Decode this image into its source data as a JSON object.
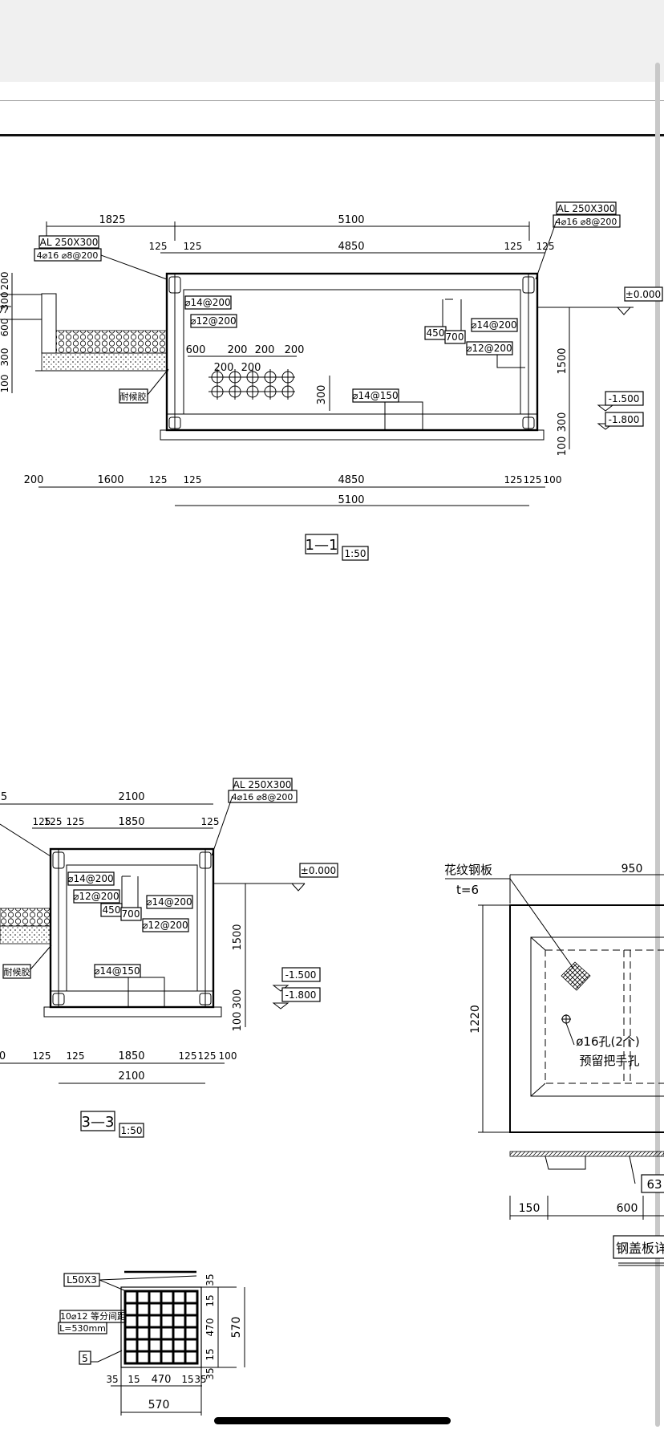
{
  "drawing": {
    "section_1_1": {
      "title": "1—1",
      "scale": "1:50",
      "top_dims": {
        "overall": "1825",
        "span": "5100",
        "inner": "4850",
        "wall_l1": "125",
        "wall_l2": "125",
        "wall_r1": "125",
        "wall_r2": "125"
      },
      "bottom_dims": {
        "a": "200",
        "b": "1600",
        "c1": "125",
        "c2": "125",
        "inner": "4850",
        "d1": "125",
        "d2": "125",
        "e": "100",
        "span": "5100"
      },
      "beam_left": {
        "size": "AL 250X300",
        "rebar": "4⌀16 ⌀8@200"
      },
      "beam_right": {
        "size": "AL 250X300",
        "rebar": "4⌀16 ⌀8@200"
      },
      "rebar_left": {
        "a": "⌀14@200",
        "b": "⌀12@200"
      },
      "rebar_right": {
        "a": "⌀14@200",
        "b": "⌀12@200"
      },
      "rebar_bottom": "⌀14@150",
      "hole_dims": {
        "a": "600",
        "b": "200",
        "c": "200",
        "d": "200",
        "e": "200",
        "f": "200",
        "g": "300"
      },
      "mid_dims": {
        "a": "450",
        "b": "700"
      },
      "levels": {
        "top": "±0.000",
        "mid": "-1.500",
        "bottom": "-1.800"
      },
      "vert_dims": {
        "a": "1500",
        "b": "300",
        "c": "100"
      },
      "left_vert_dims": {
        "a": "200",
        "b": "300",
        "c": "600",
        "d": "300",
        "e": "100"
      },
      "sealant": "耐候胶"
    },
    "section_3_3": {
      "title": "3—3",
      "scale": "1:50",
      "top_dims": {
        "left_cut": "5",
        "span": "2100",
        "inner": "1850",
        "w1": "125",
        "w2": "125",
        "w3": "125",
        "w4": "125"
      },
      "bottom_dims": {
        "left_cut": "0",
        "c1": "125",
        "c2": "125",
        "inner": "1850",
        "d1": "125",
        "d2": "125",
        "e": "100",
        "span": "2100"
      },
      "beam": {
        "size": "AL 250X300",
        "rebar": "4⌀16 ⌀8@200"
      },
      "rebar_left": {
        "a": "⌀14@200",
        "b": "⌀12@200"
      },
      "rebar_right": {
        "a": "⌀14@200",
        "b": "⌀12@200"
      },
      "rebar_bottom": "⌀14@150",
      "mid_dims": {
        "a": "450",
        "b": "700"
      },
      "levels": {
        "top": "±0.000",
        "mid": "-1.500",
        "bottom": "-1.800"
      },
      "vert_dims": {
        "a": "1500",
        "b": "300",
        "c": "100"
      },
      "sealant": "耐候胶"
    },
    "cover_plate": {
      "material": "花纹钢板",
      "thickness": "t=6",
      "width_dim": "950",
      "height_dim": "1220",
      "hole_note": "ø16孔(2个)",
      "handle_note": "预留把手孔",
      "bottom_dims": {
        "a": "150",
        "b": "600"
      },
      "angle_label": "63",
      "title": "钢盖板详"
    },
    "grille": {
      "angle": "L50X3",
      "bars": "10⌀12 等分间距",
      "length": "L=530mm",
      "weld": "5",
      "side_dims": {
        "a": "35",
        "b": "15",
        "c": "470",
        "d": "15",
        "e": "35",
        "total": "570"
      },
      "bottom_dims": {
        "a": "35",
        "b": "15",
        "c": "470",
        "d": "15",
        "e": "35",
        "total": "570"
      }
    }
  }
}
